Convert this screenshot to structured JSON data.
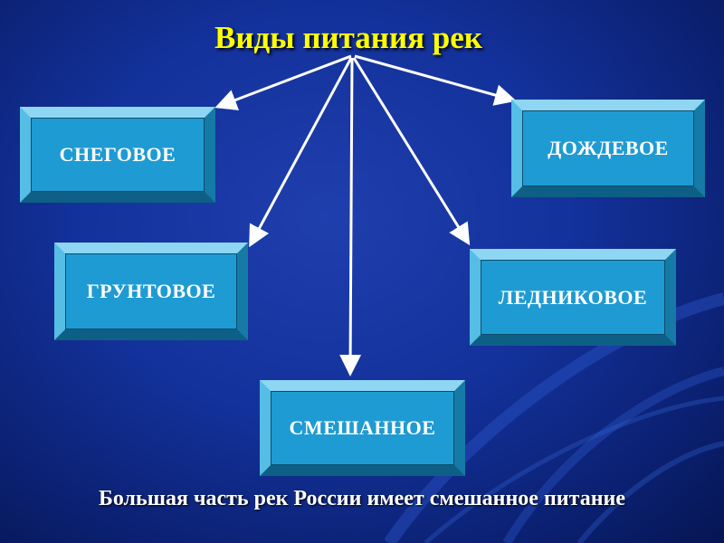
{
  "title": "Виды питания рек",
  "boxes": {
    "snow": "СНЕГОВОЕ",
    "rain": "ДОЖДЕВОЕ",
    "ground": "ГРУНТОВОЕ",
    "glacier": "ЛЕДНИКОВОЕ",
    "mixed": "СМЕШАННОЕ"
  },
  "footer": "Большая часть рек России имеет смешанное питание",
  "colors": {
    "title": "#ffff00",
    "box_face": "#1f9bd3",
    "background": "#13319a",
    "arrow": "#ffffff"
  }
}
